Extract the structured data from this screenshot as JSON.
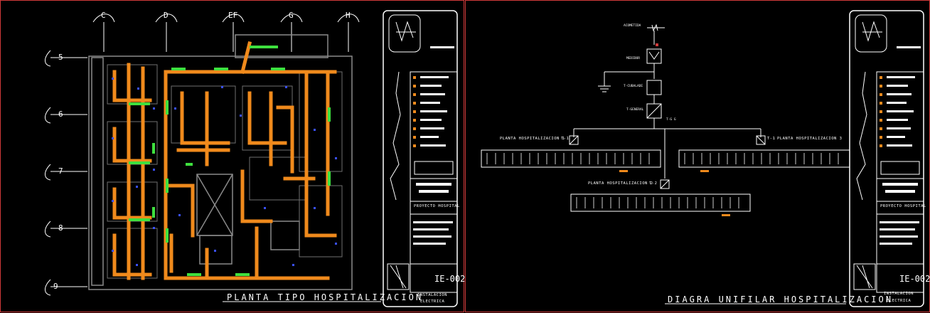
{
  "sheet_left": {
    "grid_columns": [
      "C",
      "D",
      "EF",
      "G",
      "H"
    ],
    "grid_rows": [
      "5",
      "6",
      "7",
      "8",
      "9"
    ],
    "drawing_title": "PLANTA TIPO HOSPITALIZACION",
    "title_block": {
      "project_label": "PROYECTO HOSPITAL",
      "sheet_code": "IE-002",
      "sheet_name_line1": "INSTALACION",
      "sheet_name_line2": "ELECTRICA"
    }
  },
  "sheet_right": {
    "drawing_title": "DIAGRA UNIFILAR HOSPITALIZACION",
    "nodes": {
      "acometida": "ACOMETIDA",
      "medidor": "MEDIDOR",
      "tierra": "T-CUBALADE",
      "tablero_general": "T-GENERAL",
      "tg_rating": "T-G G"
    },
    "panels": [
      {
        "name": "PLANTA HOSPITALIZACION 1",
        "tag": "T-1"
      },
      {
        "name": "PLANTA HOSPITALIZACION 2",
        "tag": "T-2"
      },
      {
        "name": "PLANTA HOSPITALIZACION 3",
        "tag": "T-1"
      }
    ],
    "title_block": {
      "project_label": "PROYECTO HOSPITAL",
      "sheet_code": "IE-002",
      "sheet_name_line1": "INSTALACION",
      "sheet_name_line2": "ELECTRICA"
    }
  },
  "colors": {
    "frame": "#d03a3a",
    "conduit": "#f08a1c",
    "highlight": "#3ee03e",
    "device": "#3a50ff",
    "wall": "#8a8a8a",
    "line": "#ffffff"
  }
}
